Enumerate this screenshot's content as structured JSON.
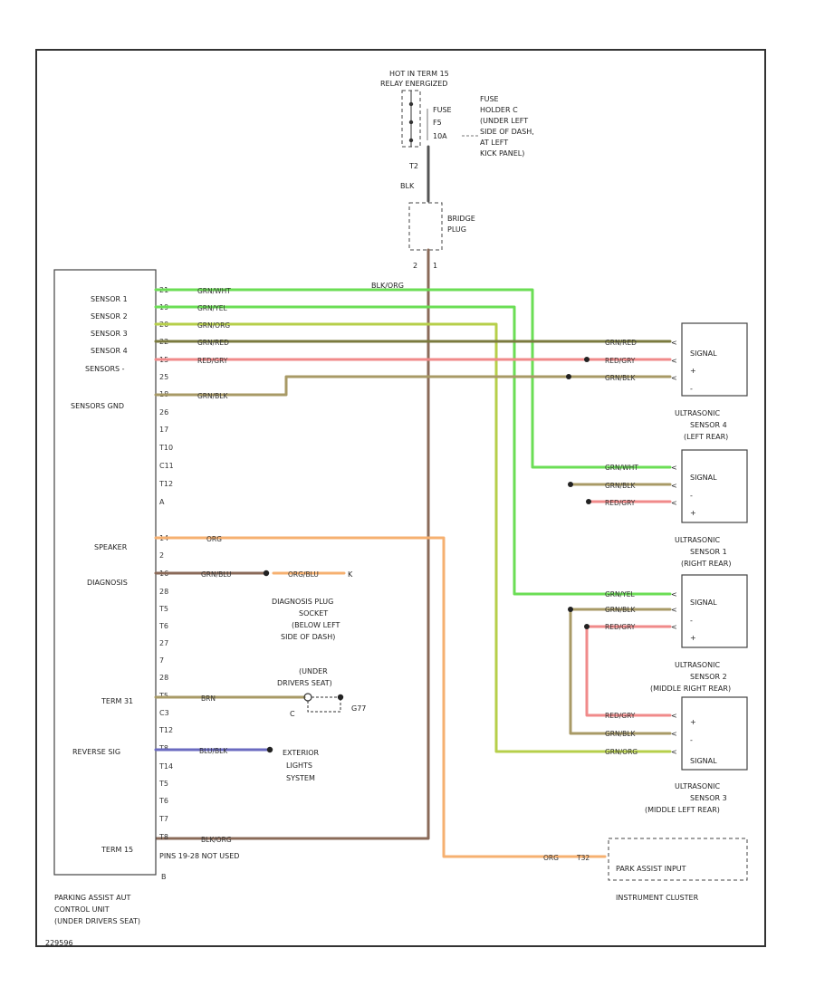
{
  "hot_source": {
    "line1": "HOT IN TERM 15",
    "line2": "RELAY ENERGIZED",
    "fuse_pins": [
      "FUSE",
      "F5",
      "10A"
    ],
    "fuse_desc": [
      "FUSE",
      "HOLDER C",
      "(UNDER LEFT",
      "SIDE OF DASH,",
      "AT LEFT",
      "KICK PANEL)"
    ],
    "wire_t2": "T2",
    "wire_blk": "BLK",
    "bridge": [
      "BRIDGE",
      "PLUG"
    ],
    "bridge_pins": [
      "2",
      "1"
    ],
    "wire_blk_org": "BLK/ORG"
  },
  "control_unit": {
    "labels": {
      "sensor1": "SENSOR 1",
      "sensor2": "SENSOR 2",
      "sensor3": "SENSOR 3",
      "sensor4": "SENSOR 4",
      "sensors_neg": "SENSORS -",
      "sensors_gnd": "SENSORS GND",
      "speaker": "SPEAKER",
      "diagnosis": "DIAGNOSIS",
      "term31": "TERM 31",
      "reverse_sig": "REVERSE SIG",
      "term15": "TERM 15"
    },
    "pins": [
      "21",
      "19",
      "20",
      "22",
      "15",
      "25",
      "18",
      "26",
      "17",
      "T10",
      "C11",
      "T12",
      "A",
      "14",
      "2",
      "16",
      "28",
      "T5",
      "T6",
      "27",
      "7",
      "28",
      "T5",
      "C3",
      "T12",
      "T8",
      "T14",
      "T5",
      "T6",
      "T7",
      "T8"
    ],
    "pins_note": "PINS 19-28 NOT USED",
    "pin_b": "B",
    "caption": [
      "PARKING ASSIST AUT",
      "CONTROL UNIT",
      "(UNDER DRIVERS SEAT)"
    ]
  },
  "wires": {
    "s1": "GRN/WHT",
    "s2": "GRN/YEL",
    "s3": "GRN/ORG",
    "s4": "GRN/RED",
    "neg": "RED/GRY",
    "gnd": "GRN/BLK",
    "speaker": "ORG",
    "diag1": "GRN/BLU",
    "diag2": "ORG/BLU",
    "term31": "BRN",
    "reverse": "BLU/BLK",
    "term15": "BLK/ORG",
    "cluster": "ORG"
  },
  "diag_plug": {
    "pin": "K",
    "desc": [
      "DIAGNOSIS PLUG",
      "SOCKET",
      "(BELOW LEFT",
      "SIDE OF DASH)"
    ]
  },
  "ground": {
    "desc": [
      "(UNDER",
      "DRIVERS SEAT)"
    ],
    "pin": "C",
    "label": "G77"
  },
  "exterior": [
    "EXTERIOR",
    "LIGHTS",
    "SYSTEM"
  ],
  "sensors": {
    "signal": "SIGNAL",
    "plus": "+",
    "minus": "-",
    "s4_caption": [
      "ULTRASONIC",
      "SENSOR 4",
      "(LEFT REAR)"
    ],
    "s1_caption": [
      "ULTRASONIC",
      "SENSOR 1",
      "(RIGHT REAR)"
    ],
    "s2_caption": [
      "ULTRASONIC",
      "SENSOR 2",
      "(MIDDLE RIGHT REAR)"
    ],
    "s3_caption": [
      "ULTRASONIC",
      "SENSOR 3",
      "(MIDDLE LEFT REAR)"
    ]
  },
  "cluster": {
    "pin": "T32",
    "box_label": "PARK ASSIST INPUT",
    "caption": "INSTRUMENT CLUSTER"
  },
  "corner_id": "229596"
}
